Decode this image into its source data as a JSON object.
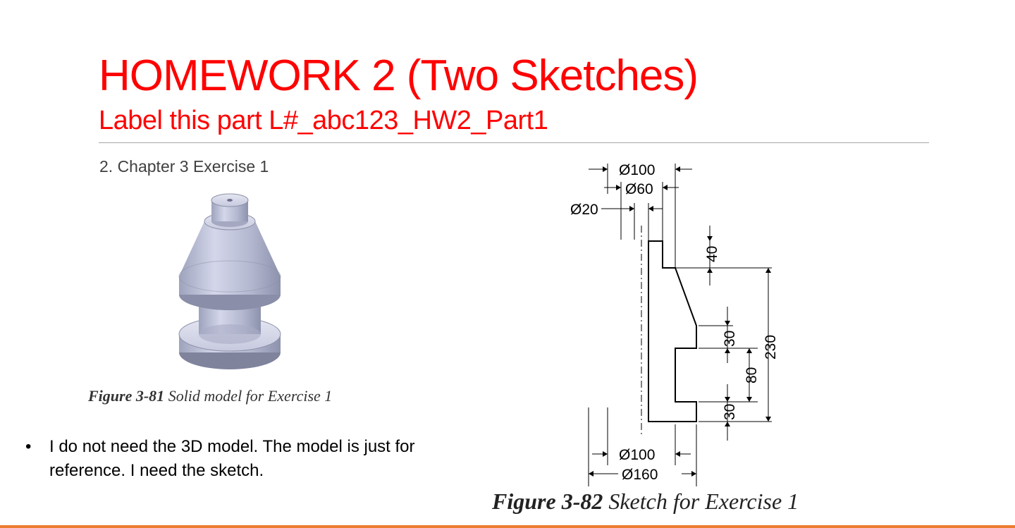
{
  "slide": {
    "title": "HOMEWORK 2 (Two Sketches)",
    "subtitle": "Label this part L#_abc123_HW2_Part1",
    "exercise_label": "2. Chapter 3 Exercise 1",
    "accent_color": "#ff0000",
    "bottom_bar_color": "#ed7d31"
  },
  "figure_solid": {
    "caption_bold": "Figure 3-81",
    "caption_text": " Solid model for Exercise 1"
  },
  "figure_sketch": {
    "caption_bold": "Figure 3-82",
    "caption_text": " Sketch for Exercise 1",
    "dims": {
      "d100_top": "Ø100",
      "d60": "Ø60",
      "d20": "Ø20",
      "h40": "40",
      "h30_upper": "30",
      "h230": "230",
      "h80": "80",
      "h30_lower": "30",
      "d100_bottom": "Ø100",
      "d160": "Ø160"
    }
  },
  "bullets": [
    {
      "text": "I do not need the 3D model. The model is just for reference. I need the sketch."
    }
  ]
}
